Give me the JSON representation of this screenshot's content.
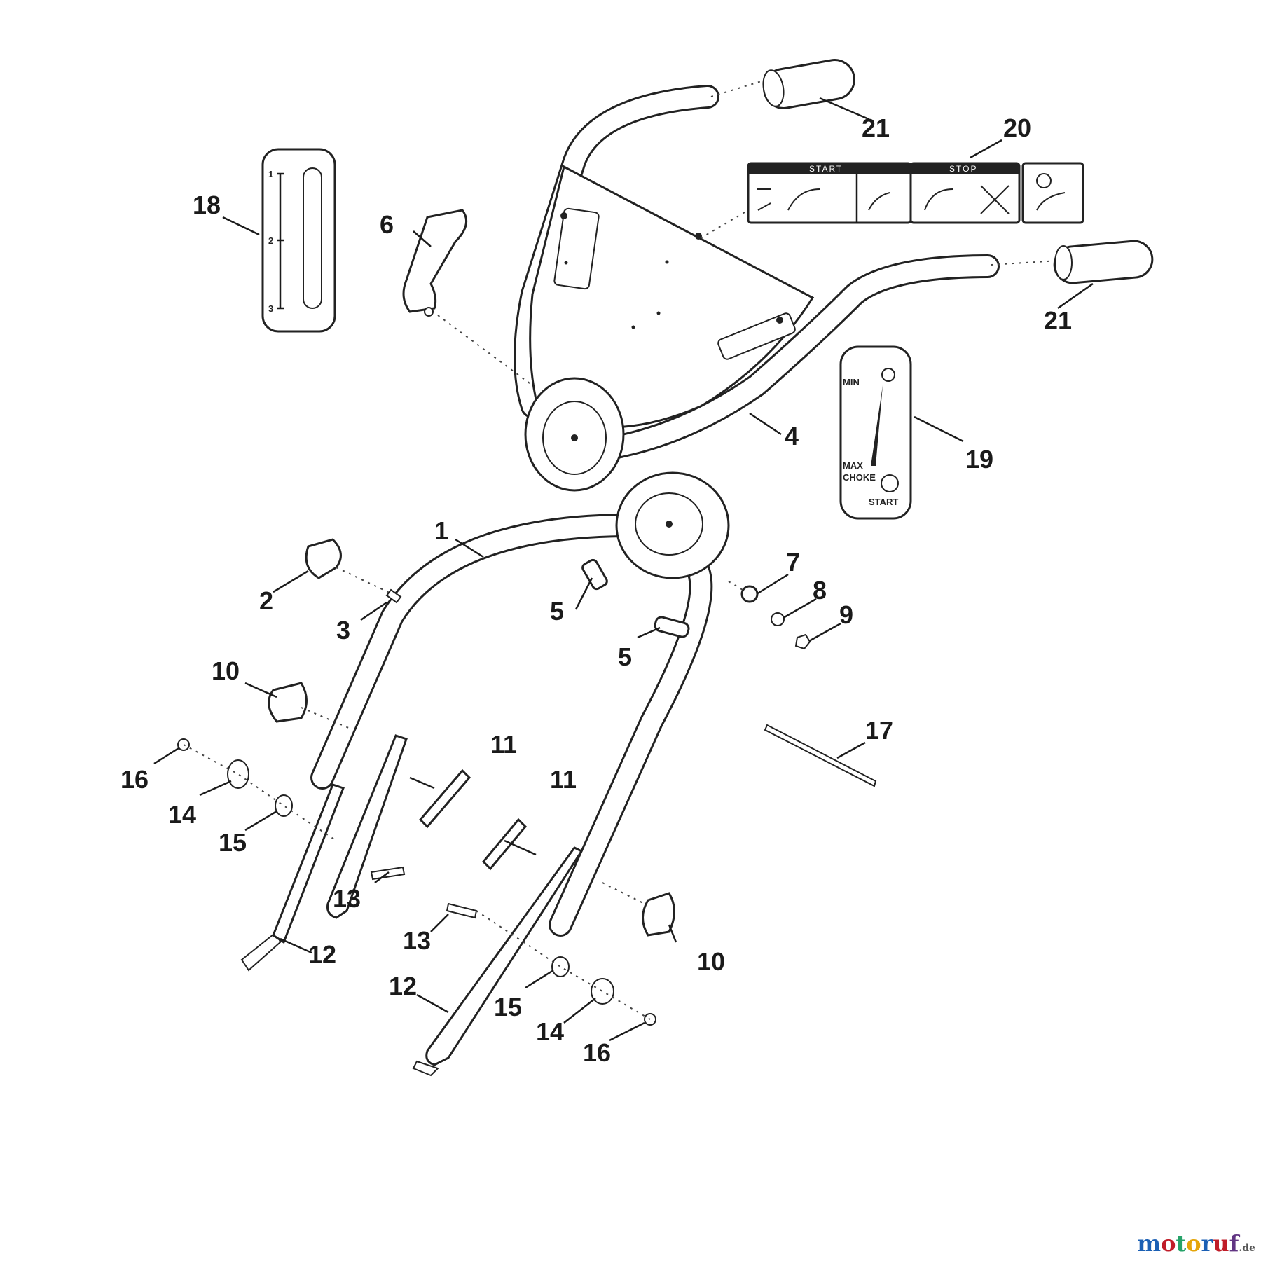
{
  "callouts": {
    "c1": "1",
    "c2": "2",
    "c3": "3",
    "c4": "4",
    "c5a": "5",
    "c5b": "5",
    "c6": "6",
    "c7": "7",
    "c8": "8",
    "c9": "9",
    "c10a": "10",
    "c10b": "10",
    "c11a": "11",
    "c11b": "11",
    "c12a": "12",
    "c12b": "12",
    "c13a": "13",
    "c13b": "13",
    "c14a": "14",
    "c14b": "14",
    "c15a": "15",
    "c15b": "15",
    "c16a": "16",
    "c16b": "16",
    "c17": "17",
    "c18": "18",
    "c19": "19",
    "c20": "20",
    "c21a": "21",
    "c21b": "21"
  },
  "sticker_18": {
    "mark_1": "1",
    "mark_2": "2",
    "mark_3": "3"
  },
  "sticker_19": {
    "min": "MIN",
    "max": "MAX",
    "choke": "CHOKE",
    "start": "START"
  },
  "sticker_20": {
    "start": "START",
    "stop": "STOP"
  },
  "watermark": {
    "brand": "motoruf",
    "suffix": ".de"
  },
  "colors": {
    "ink": "#1a1a1a",
    "background": "#ffffff",
    "brand_m": "#1a5fb4",
    "brand_o": "#c01c28"
  }
}
